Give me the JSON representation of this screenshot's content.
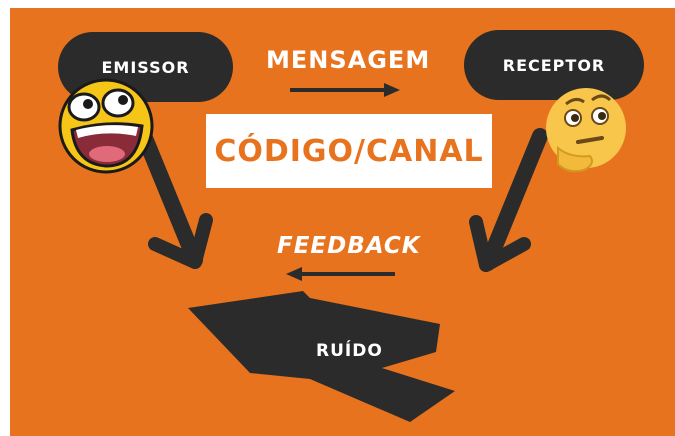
{
  "nodes": {
    "emissor": "EMISSOR",
    "receptor": "RECEPTOR",
    "canal": "CÓDIGO/CANAL",
    "ruido": "RUÍDO"
  },
  "edges": {
    "mensagem": "MENSAGEM",
    "feedback": "FEEDBACK"
  },
  "colors": {
    "background": "#e8731e",
    "dark": "#2b2b2b",
    "text": "#ffffff",
    "accent_text": "#e8731e",
    "emoji": "#f5c518"
  },
  "icons": {
    "emissor_emoji": "laughing-face-icon",
    "receptor_emoji": "thinking-face-icon"
  }
}
